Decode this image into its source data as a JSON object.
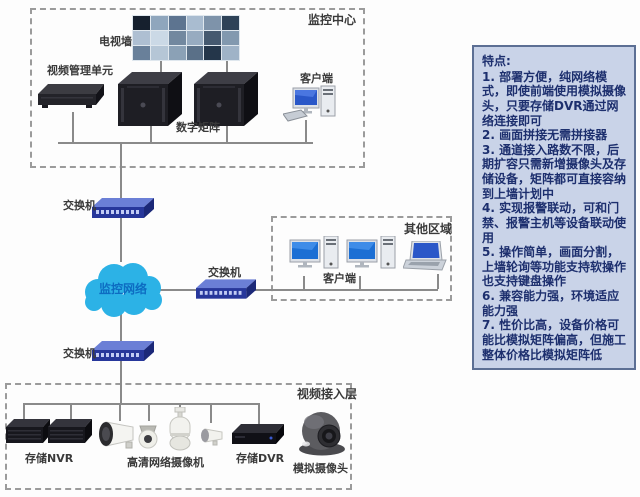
{
  "zones": {
    "monitor_center": "监控中心",
    "other_area": "其他区域",
    "video_access_layer": "视频接入层"
  },
  "labels": {
    "tv_wall": "电视墙",
    "video_mgmt_unit": "视频管理单元",
    "digital_matrix": "数字矩阵",
    "client_top": "客户端",
    "switch_top": "交换机",
    "switch_right": "交换机",
    "switch_bottom": "交换机",
    "network_cloud": "监控网络",
    "client_other": "客户端",
    "storage_nvr": "存储NVR",
    "hd_ip_camera": "高清网络摄像机",
    "storage_dvr": "存储DVR",
    "analog_camera": "模拟摄像头"
  },
  "features": {
    "title": "特点:",
    "items": [
      "1. 部署方便，纯网络模式，即使前端使用模拟摄像头，只要存储DVR通过网络连接即可",
      "2. 画面拼接无需拼接器",
      "3. 通道接入路数不限，后期扩容只需新增摄像头及存储设备，矩阵都可直接容纳到上墙计划中",
      "4. 实现报警联动，可和门禁、报警主机等设备联动使用",
      "5. 操作简单，画面分割，上墙轮询等功能支持软操作也支持键盘操作",
      "6. 兼容能力强，环境适应能力强",
      "7. 性价比高，设备价格可能比模拟矩阵偏高，但施工整体价格比模拟矩阵低"
    ]
  },
  "colors": {
    "cloud": "#2cb2e6",
    "cloud_text": "#0d6cc2",
    "switch_blue": "#27379b",
    "panel_bg": "#c9d3e8",
    "panel_border": "#5c6f94",
    "panel_text": "#1d2f6e",
    "dashed_border": "#9b9b9b",
    "connector_line": "#8a8a8a"
  }
}
